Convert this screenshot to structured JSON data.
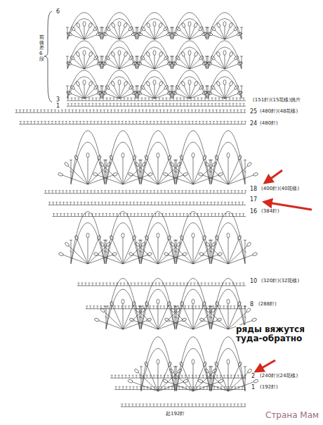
{
  "diagram": {
    "labels": [
      "6",
      "前後差6段",
      "3",
      "(151針)(15花樣)挑片",
      "1",
      "25",
      "(480針)(48花樣)",
      "24",
      "(480針)",
      "18",
      "(400針)(40花樣)",
      "17",
      "16",
      "(384針)",
      "10",
      "(320針)(32花樣)",
      "8",
      "(288針)",
      "ряды вяжутся туда-обратно",
      "2",
      "(240針)(24花樣)",
      "1",
      "(192針)",
      "起192針",
      "Страна Мам"
    ]
  }
}
